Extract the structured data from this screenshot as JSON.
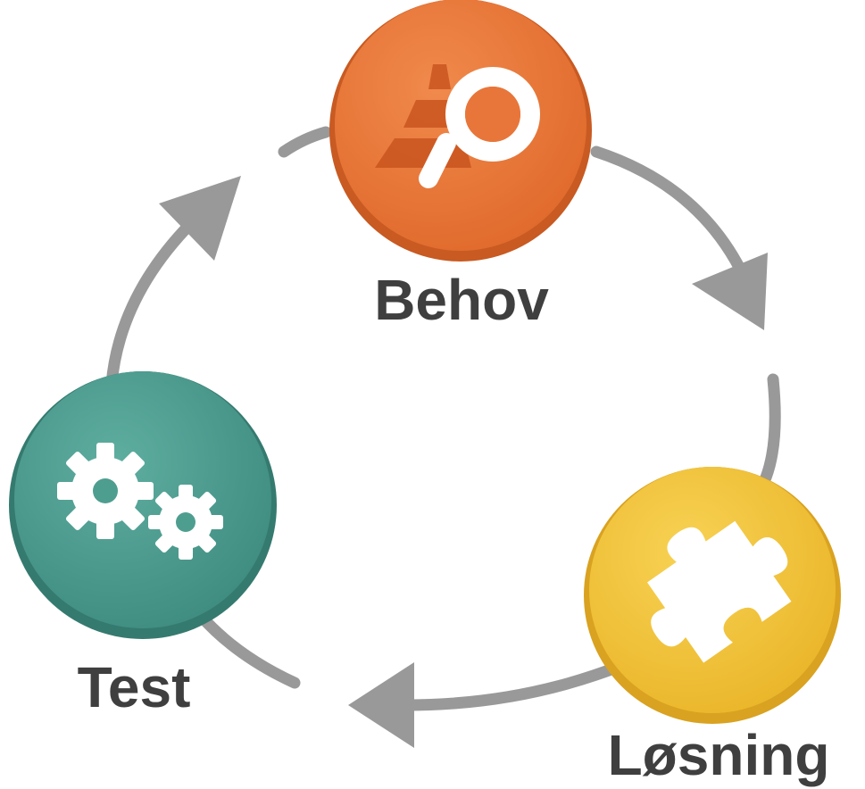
{
  "diagram": {
    "type": "cycle",
    "nodes": [
      {
        "id": "behov",
        "label": "Behov",
        "icon": "pyramid-magnifier-icon",
        "color": "#e8763a"
      },
      {
        "id": "losning",
        "label": "Løsning",
        "icon": "puzzle-piece-icon",
        "color": "#f2c23a"
      },
      {
        "id": "test",
        "label": "Test",
        "icon": "gears-icon",
        "color": "#4e9e90"
      }
    ],
    "flow": [
      "Behov",
      "Løsning",
      "Test",
      "Behov"
    ],
    "arrow_color": "#999999",
    "label_color": "#3f3f3f"
  }
}
